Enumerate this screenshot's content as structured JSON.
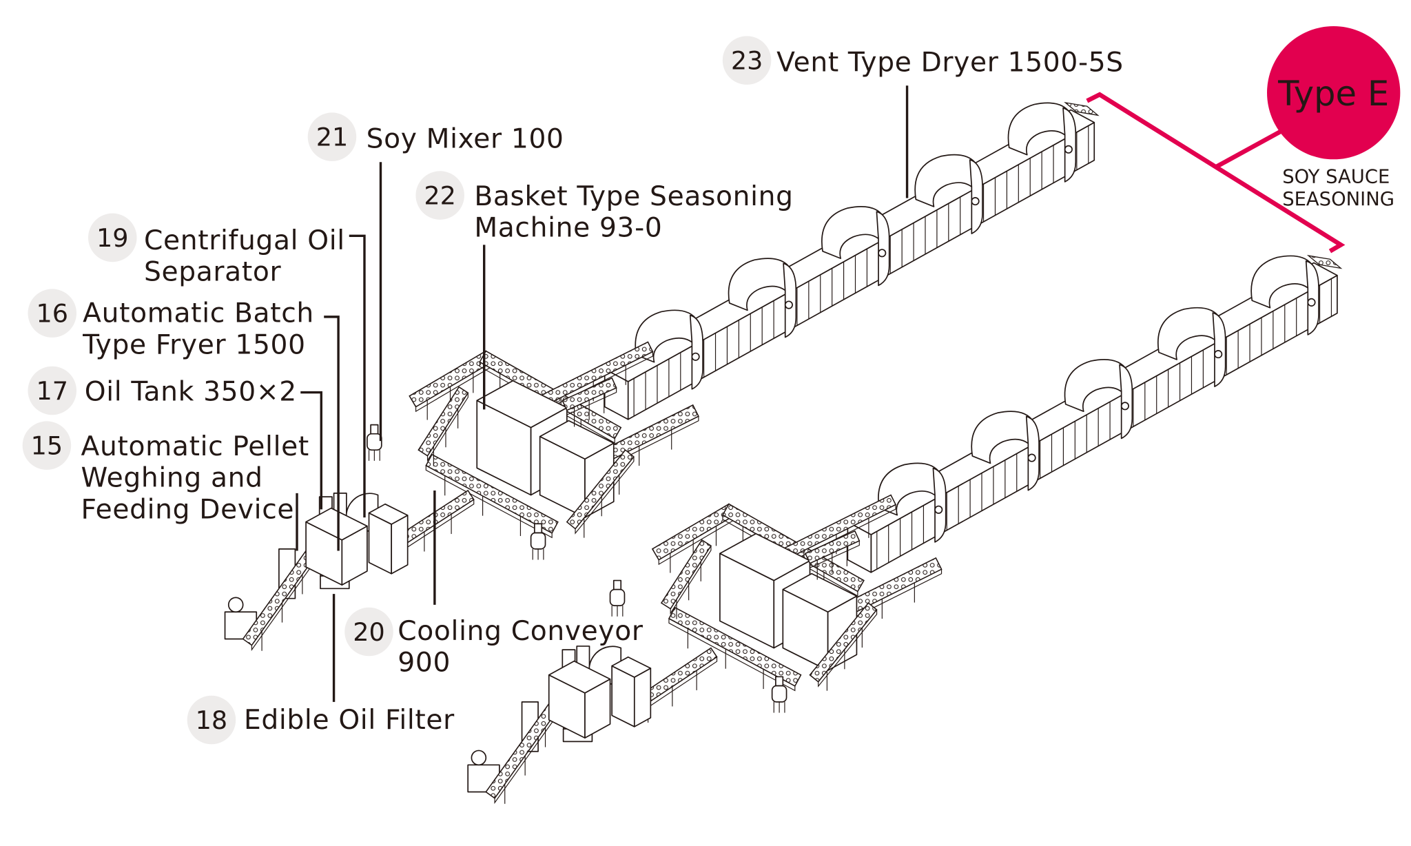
{
  "badge": {
    "title": "Type E",
    "subtitle_lines": [
      "SOY SAUCE",
      "SEASONING"
    ],
    "color": "#e2004f"
  },
  "labels": [
    {
      "num": "23",
      "lines": [
        "Vent Type Dryer 1500-5S"
      ]
    },
    {
      "num": "21",
      "lines": [
        "Soy Mixer 100"
      ]
    },
    {
      "num": "22",
      "lines": [
        "Basket Type Seasoning",
        "Machine 93-0"
      ]
    },
    {
      "num": "19",
      "lines": [
        "Centrifugal Oil",
        "Separator"
      ]
    },
    {
      "num": "16",
      "lines": [
        "Automatic Batch",
        "Type Fryer 1500"
      ]
    },
    {
      "num": "17",
      "lines": [
        "Oil Tank 350×2"
      ]
    },
    {
      "num": "15",
      "lines": [
        "Automatic Pellet",
        "Weghing and",
        "Feeding Device"
      ]
    },
    {
      "num": "20",
      "lines": [
        "Cooling Conveyor",
        "900"
      ]
    },
    {
      "num": "18",
      "lines": [
        "Edible Oil Filter"
      ]
    }
  ]
}
